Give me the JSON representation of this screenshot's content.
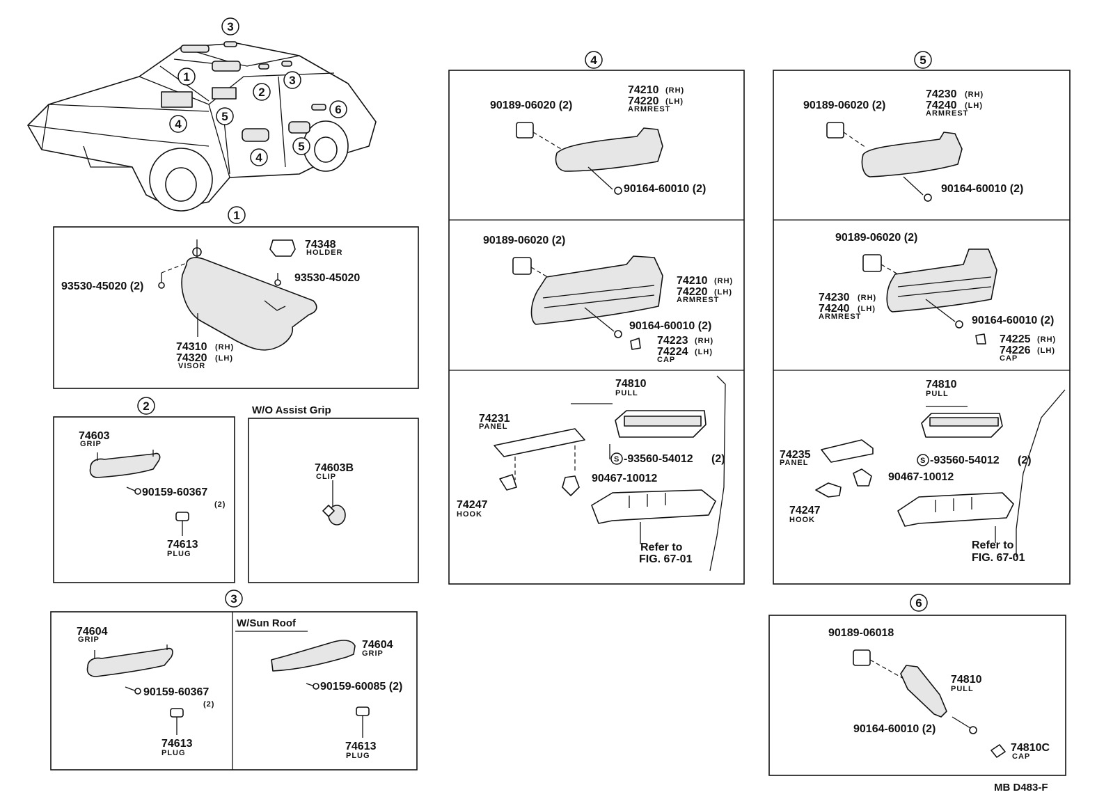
{
  "diagram_code": "MB D483-F",
  "callouts": {
    "c1": "1",
    "c2": "2",
    "c3": "3",
    "c4": "4",
    "c5": "5",
    "c6": "6"
  },
  "section1": {
    "holder_no": "74348",
    "holder": "HOLDER",
    "screw_a": "93530-45020 (2)",
    "screw_b": "93530-45020",
    "visor_rh": "74310",
    "visor_lh": "74320",
    "rh": "(RH)",
    "lh": "(LH)",
    "visor": "VISOR"
  },
  "section2": {
    "grip_no": "74603",
    "grip": "GRIP",
    "screw": "90159-60367",
    "screw_qty": "(2)",
    "plug_no": "74613",
    "plug": "PLUG"
  },
  "wo_assist": {
    "title": "W/O Assist Grip",
    "clip_no": "74603B",
    "clip": "CLIP"
  },
  "section3": {
    "grip_no": "74604",
    "grip": "GRIP",
    "screw": "90159-60367",
    "screw_qty": "(2)",
    "plug_no": "74613",
    "plug": "PLUG",
    "sunroof_title": "W/Sun Roof",
    "sr_grip_no": "74604",
    "sr_grip": "GRIP",
    "sr_screw": "90159-60085 (2)",
    "sr_plug_no": "74613",
    "sr_plug": "PLUG"
  },
  "section4": {
    "a_bolt": "90189-06020 (2)",
    "a_rh": "74210",
    "a_lh": "74220",
    "rh": "(RH)",
    "lh": "(LH)",
    "armrest": "ARMREST",
    "a_screw": "90164-60010 (2)",
    "b_bolt": "90189-06020 (2)",
    "b_rh": "74210",
    "b_lh": "74220",
    "b_screw": "90164-60010 (2)",
    "b_cap_rh": "74223",
    "b_cap_lh": "74224",
    "cap": "CAP",
    "c_pull_no": "74810",
    "pull": "PULL",
    "c_panel_no": "74231",
    "panel": "PANEL",
    "s_mark": "S",
    "c_screw": "-93560-54012",
    "c_screw_qty": "(2)",
    "c_clip": "90467-10012",
    "c_hook_no": "74247",
    "hook": "HOOK",
    "refer": "Refer to",
    "fig": "FIG. 67-01"
  },
  "section5": {
    "a_bolt": "90189-06020 (2)",
    "a_rh": "74230",
    "a_lh": "74240",
    "rh": "(RH)",
    "lh": "(LH)",
    "armrest": "ARMREST",
    "a_screw": "90164-60010 (2)",
    "b_bolt": "90189-06020 (2)",
    "b_rh": "74230",
    "b_lh": "74240",
    "b_screw": "90164-60010 (2)",
    "b_cap_rh": "74225",
    "b_cap_lh": "74226",
    "cap": "CAP",
    "c_pull_no": "74810",
    "pull": "PULL",
    "c_panel_no": "74235",
    "panel": "PANEL",
    "s_mark": "S",
    "c_screw": "-93560-54012",
    "c_screw_qty": "(2)",
    "c_clip": "90467-10012",
    "c_hook_no": "74247",
    "hook": "HOOK",
    "refer": "Refer to",
    "fig": "FIG. 67-01"
  },
  "section6": {
    "bolt": "90189-06018",
    "pull_no": "74810",
    "pull": "PULL",
    "screw": "90164-60010 (2)",
    "cap_no": "74810C",
    "cap": "CAP"
  }
}
